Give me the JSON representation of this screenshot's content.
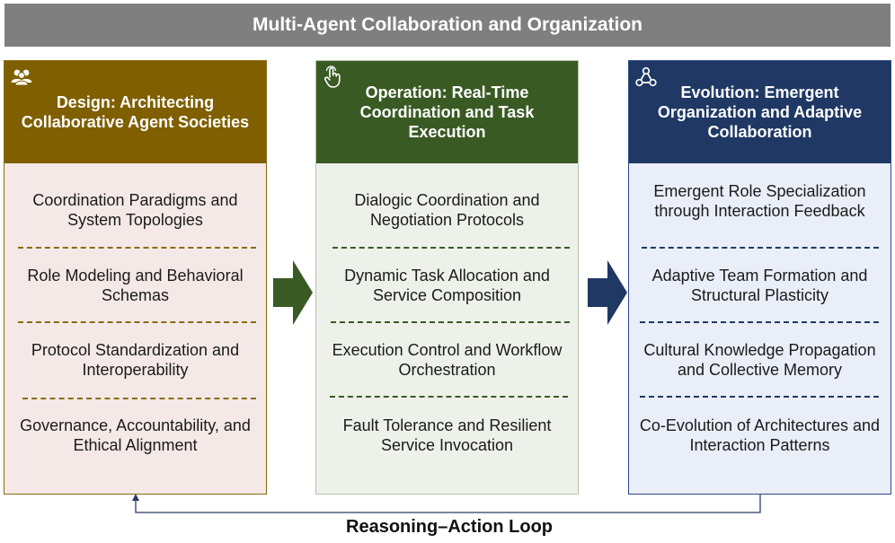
{
  "title": "Multi-Agent Collaboration and Organization",
  "columns": [
    {
      "heading": "Design: Architecting Collaborative Agent Societies",
      "icon": "people-icon",
      "items": [
        "Coordination Paradigms and System Topologies",
        "Role Modeling and Behavioral Schemas",
        "Protocol Standardization and Interoperability",
        "Governance, Accountability, and Ethical Alignment"
      ]
    },
    {
      "heading": "Operation: Real-Time Coordination and Task Execution",
      "icon": "hand-pointer-icon",
      "items": [
        "Dialogic Coordination and Negotiation Protocols",
        "Dynamic Task Allocation and Service Composition",
        "Execution Control and Workflow Orchestration",
        "Fault Tolerance and Resilient Service Invocation"
      ]
    },
    {
      "heading": "Evolution: Emergent Organization and Adaptive Collaboration",
      "icon": "network-nodes-icon",
      "items": [
        "Emergent Role Specialization through Interaction Feedback",
        "Adaptive Team Formation and Structural Plasticity",
        "Cultural Knowledge Propagation and Collective Memory",
        "Co-Evolution of Architectures and Interaction Patterns"
      ]
    }
  ],
  "loop_label": "Reasoning–Action Loop",
  "colors": {
    "banner": "#7f7f7f",
    "design": "#7f5f00",
    "operation": "#3a5a24",
    "evolution": "#1f3864"
  }
}
